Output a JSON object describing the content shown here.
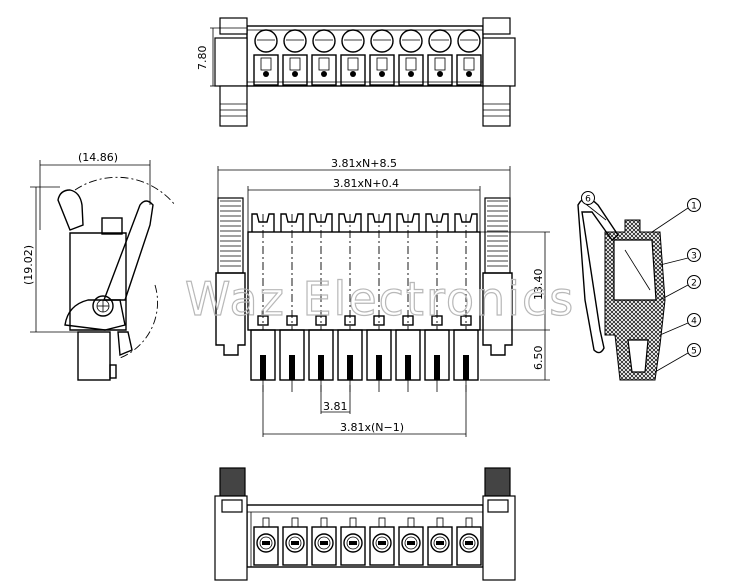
{
  "drawing": {
    "pole_count": 8,
    "watermark": "Waz Electronics",
    "dimensions": {
      "top_height": "7.80",
      "side_width": "(14.86)",
      "side_height": "(19.02)",
      "overall_length": "3.81xN+8.5",
      "body_length": "3.81xN+0.4",
      "body_height": "13.40",
      "pin_height": "6.50",
      "pitch": "3.81",
      "pin_span": "3.81x(N−1)"
    },
    "callouts": [
      "1",
      "2",
      "3",
      "4",
      "5",
      "6"
    ]
  }
}
